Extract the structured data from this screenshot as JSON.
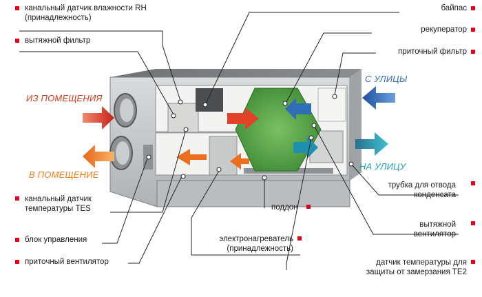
{
  "colors": {
    "marker": "#e3001b",
    "from_room": "#d63a1c",
    "to_room": "#ee7e1a",
    "from_street": "#2f6db5",
    "to_street": "#1f9fb5",
    "body": "#c8cbcc",
    "heat_exchanger": "#5ca24a"
  },
  "labels": {
    "rh_sensor": "канальный датчик влажности RH\n(принадлежность)",
    "exhaust_filter": "вытяжной фильтр",
    "tes_sensor": "канальный датчик\nтемпературы TES",
    "control_unit": "блок управления",
    "supply_fan": "приточный вентилятор",
    "bypass": "байпас",
    "recuperator": "рекуператор",
    "supply_filter": "приточный фильтр",
    "condensate_pipe": "трубка для отвода\nконденсата",
    "exhaust_fan": "вытяжной\nвентилятор",
    "te2_sensor": "датчик температуры для\nзащиты от замерзания TE2",
    "tray": "поддон",
    "heater": "электронагреватель\n(принадлежность)"
  },
  "flows": {
    "from_room": "ИЗ ПОМЕЩЕНИЯ",
    "to_room": "В ПОМЕЩЕНИЕ",
    "from_street": "С УЛИЦЫ",
    "to_street": "НА УЛИЦУ"
  }
}
